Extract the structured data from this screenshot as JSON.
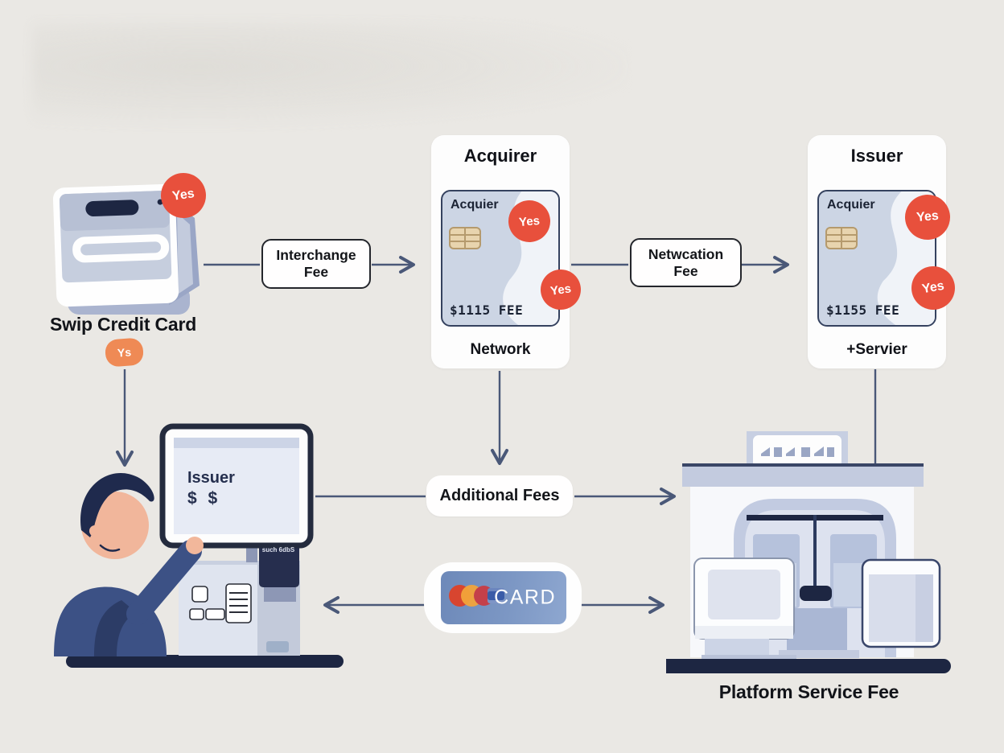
{
  "terminal": {
    "badge": "Yes",
    "label": "Swip Credit Card",
    "sub_badge": "Ys"
  },
  "flow_boxes": {
    "interchange": "Interchange Fee",
    "network": "Netwcation Fee",
    "additional": "Additional Fees"
  },
  "acquirer_panel": {
    "title": "Acquirer",
    "card_label": "Acquier",
    "badge_top": "Yes",
    "badge_bottom": "Yes",
    "fee": "$1115 FEE",
    "caption": "Network"
  },
  "issuer_panel": {
    "title": "Issuer",
    "card_label": "Acquier",
    "badge_top": "Yes",
    "badge_bottom": "Yes",
    "fee": "$1155 FEE",
    "caption": "+Servier"
  },
  "checkout": {
    "screen_line1": "Issuer",
    "screen_line2": "$ $",
    "reader_text": "such 6dbS"
  },
  "payment_card": {
    "text": "CARD"
  },
  "store": {
    "label": "Platform Service Fee"
  },
  "colors": {
    "background": "#eae8e4",
    "connector_line": "#4a5878",
    "red_badge": "#e8503c",
    "orange_badge": "#ef8a55",
    "navy": "#1d2642",
    "card_face": "#ccd5e4",
    "payment_card_blue": "#7c97c4",
    "panel_white": "#fdfdfd"
  }
}
